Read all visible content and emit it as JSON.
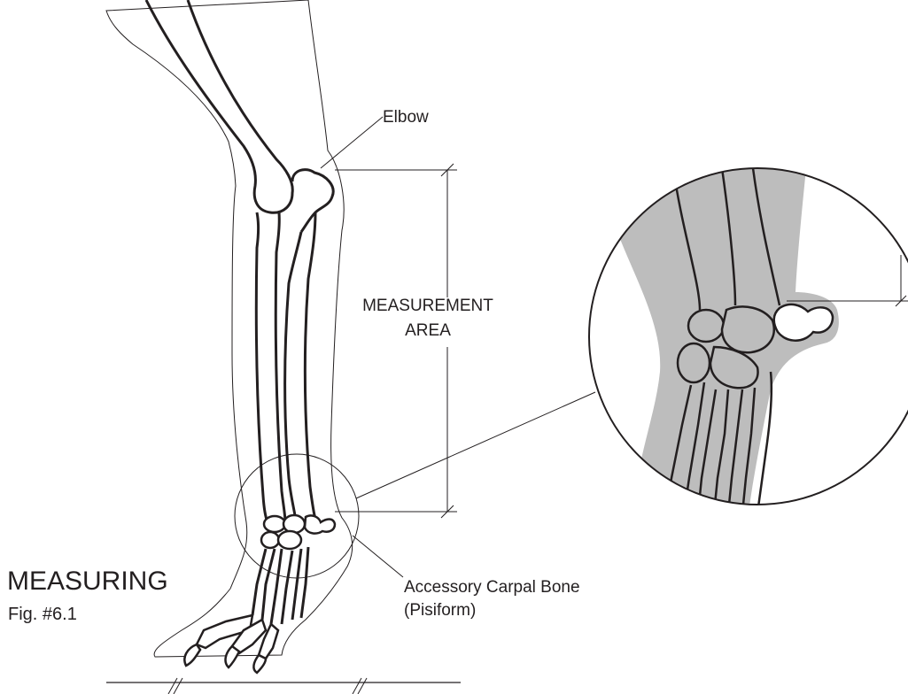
{
  "labels": {
    "elbow": "Elbow",
    "measurement_line1": "MEASUREMENT",
    "measurement_line2": "AREA",
    "accessory_line1": "Accessory Carpal Bone",
    "accessory_line2": "(Pisiform)"
  },
  "caption": {
    "title": "MEASURING",
    "figure_number": "Fig. #6.1"
  },
  "colors": {
    "ink": "#231f20",
    "detail_fill": "#bdbdbd",
    "background": "#ffffff"
  }
}
